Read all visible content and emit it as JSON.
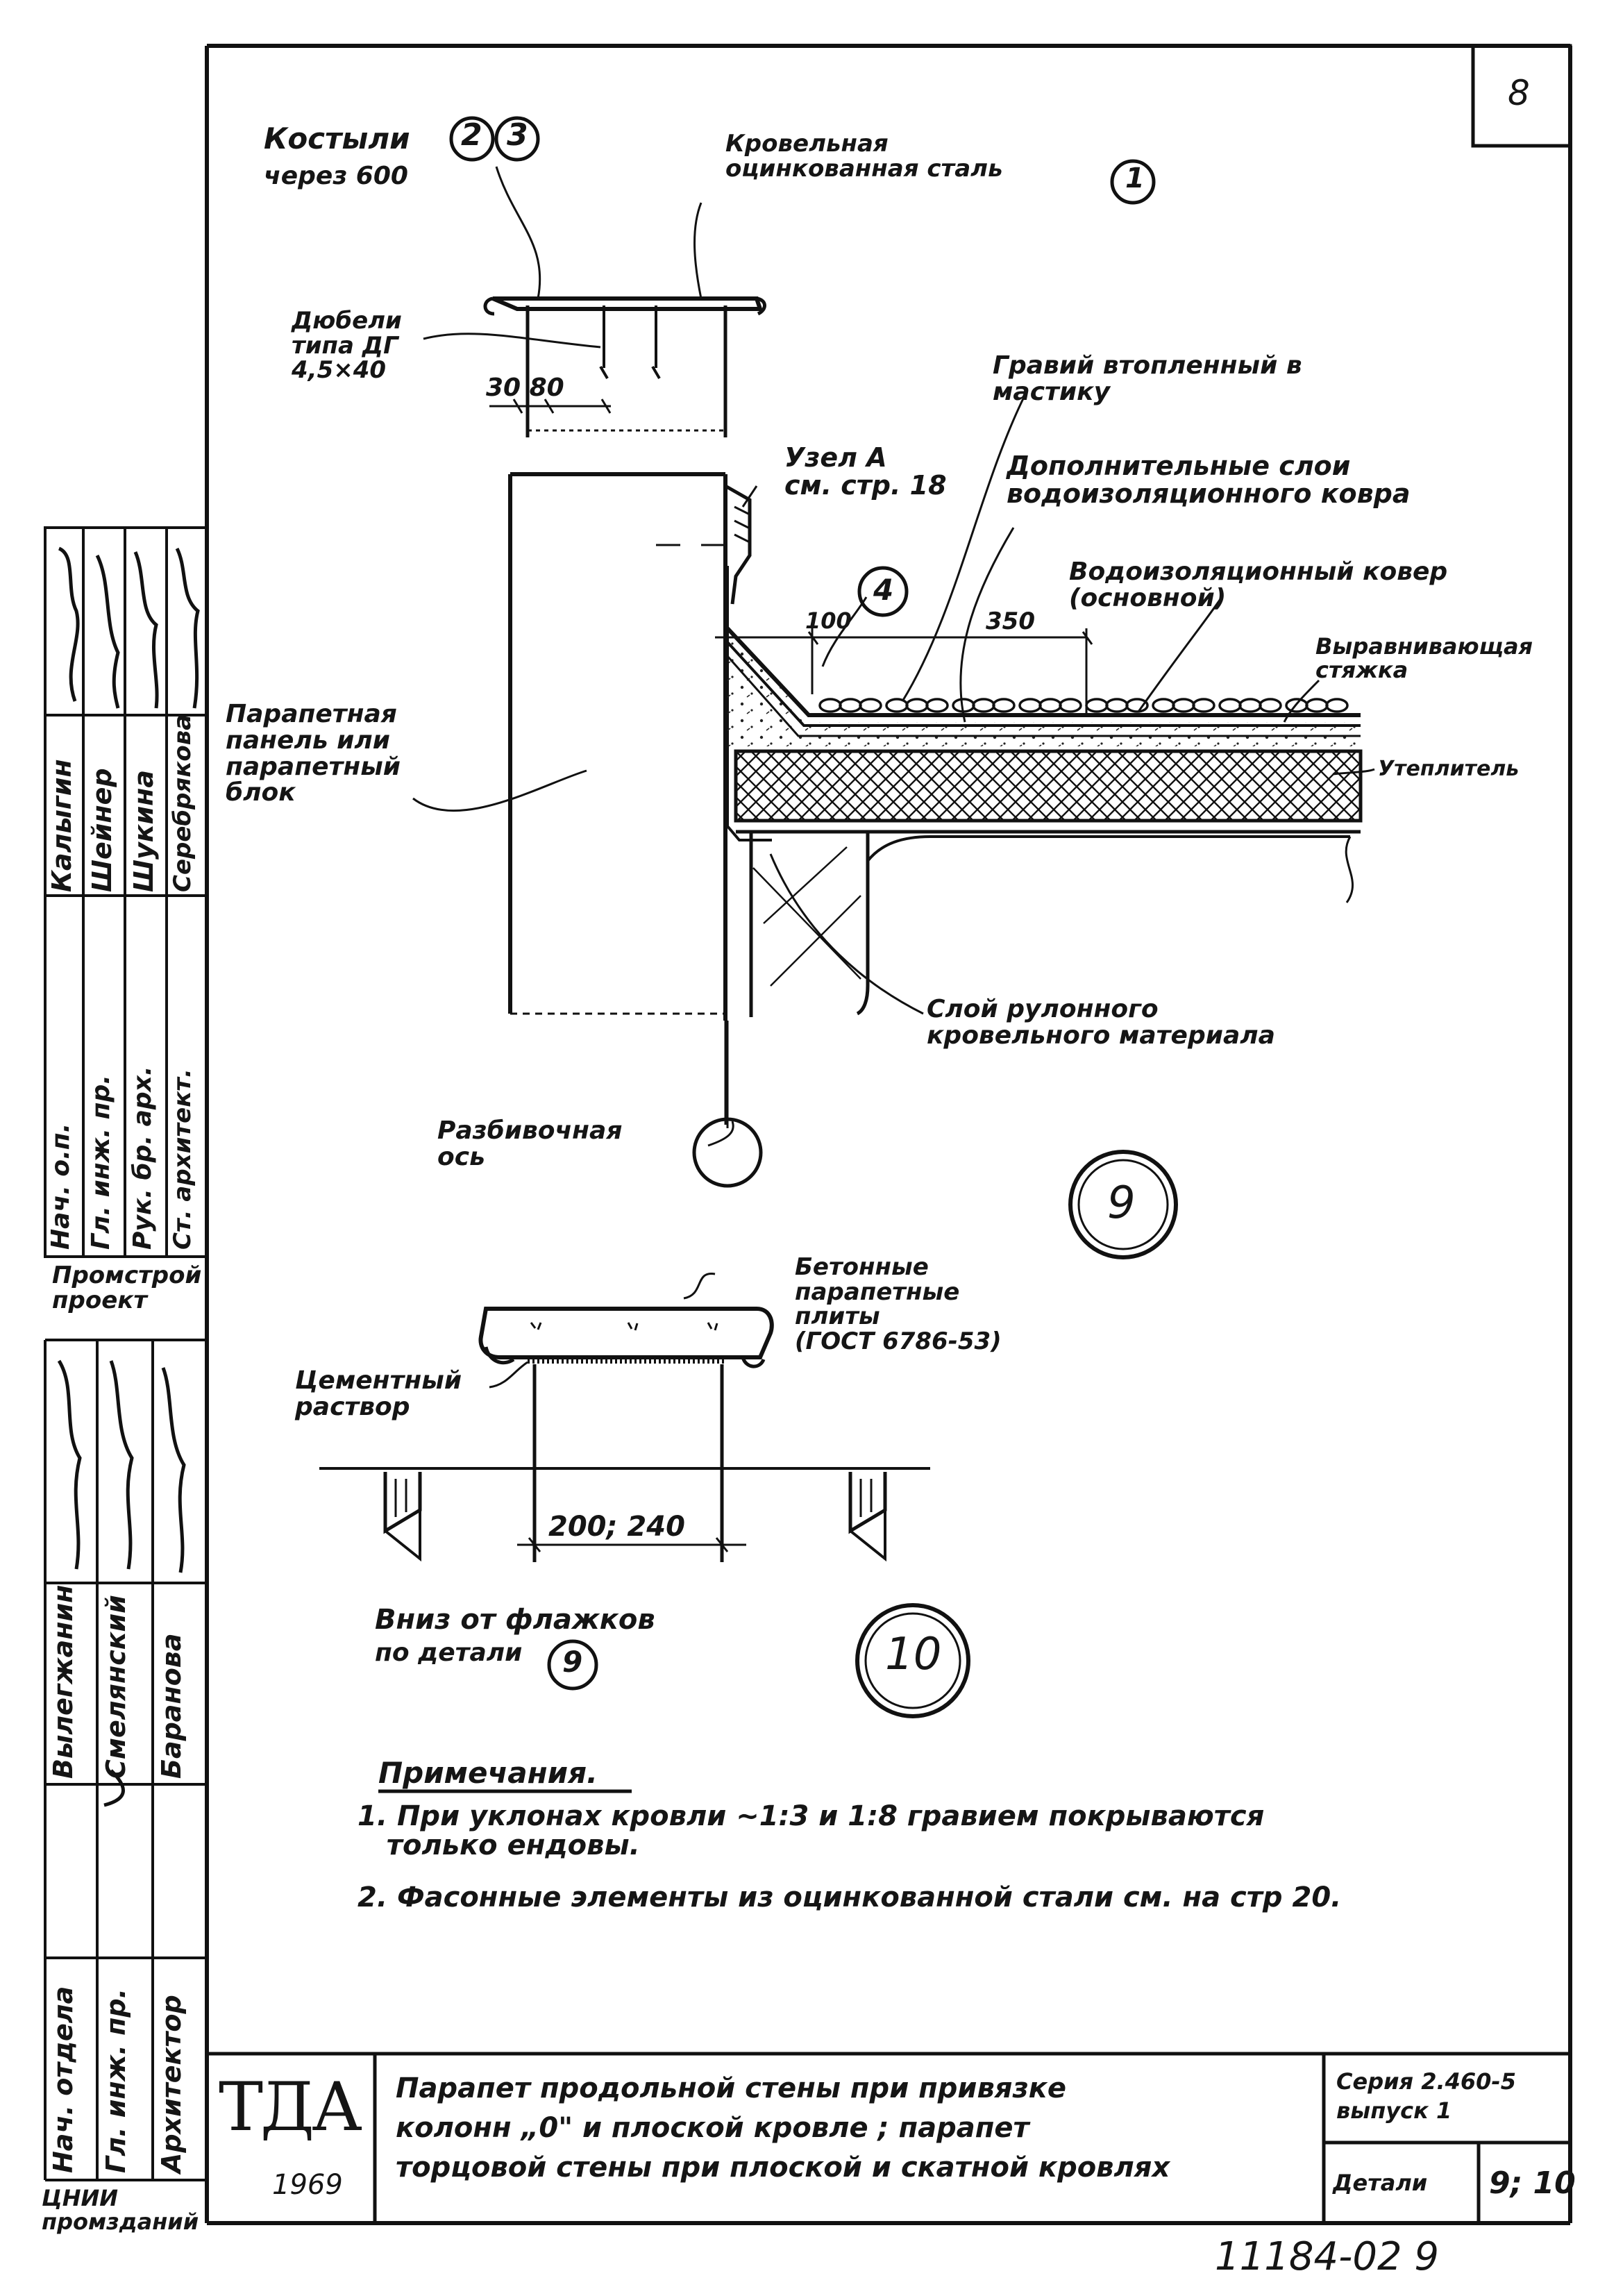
{
  "sheet": {
    "page_no": "8",
    "bottom_stamp": "11184-02   9"
  },
  "detail9": {
    "label_kostyli": "Костыли",
    "kostyli_circles": [
      "2",
      "3"
    ],
    "label_kostyli_step": "через 600",
    "label_roof_steel": "Кровельная\nоцинкованная сталь",
    "roof_steel_circle": "1",
    "label_dowels": "Дюбели\nтипа ДГ\n4,5×40",
    "dim_30_80": "30  80",
    "label_gravel": "Гравий втопленный в\nмастику",
    "label_node": "Узел А\nсм. стр. 18",
    "label_extra_layers": "Дополнительные слои\nводоизоляционного ковра",
    "label_main_carpet": "Водоизоляционный ковер\n(основной)",
    "circle_4": "4",
    "dim_100": "100",
    "dim_350": "350",
    "label_screed": "Выравнивающая\nстяжка",
    "label_insulation": "Утеплитель",
    "label_panel": "Парапетная\nпанель или\nпарапетный\nблок",
    "label_roll_layer": "Слой рулонного\nкровельного материала",
    "label_axis": "Разбивочная\nось",
    "detail_number": "9"
  },
  "detail10": {
    "label_slabs": "Бетонные\nпарапетные\nплиты\n(ГОСТ 6786-53)",
    "label_mortar": "Цементный\nраствор",
    "dim_width": "200; 240",
    "label_down": "Вниз от флажков",
    "label_by_detail": "по детали",
    "ref_circle": "9",
    "detail_number": "10"
  },
  "notes": {
    "heading": "Примечания.",
    "note1": "1. При уклонах кровли ~1:3 и 1:8 гравием покрываются\n   только ендовы.",
    "note2": "2. Фасонные элементы из оцинкованной стали см. на стр 20."
  },
  "title_block": {
    "org_logo": "ТДА",
    "year": "1969",
    "title": "Парапет продольной стены при привязке\nколонн „0\" и плоской кровле ; парапет\nторцовой стены при плоской и скатной кровлях",
    "series": "Серия 2.460-5\nвыпуск 1",
    "details_label": "Детали",
    "details_value": "9; 10"
  },
  "left_stamp_top": {
    "roles": [
      "Нач. о.п.",
      "Гл. инж. пр.",
      "Рук. бр. арх.",
      "Ст. архитект."
    ],
    "names": [
      "Калыгин",
      "Шейнер",
      "Шукина",
      "Серебрякова"
    ],
    "signatures": [
      "Кал",
      "Шейн",
      "Шук",
      "Сер"
    ],
    "org": "Промстрой\nпроект"
  },
  "left_stamp_bottom": {
    "roles": [
      "Нач. отдела",
      "Гл. инж. пр.",
      "Архитектор"
    ],
    "names": [
      "Вылегжанин",
      "Смелянский",
      "Баранова"
    ],
    "signatures": [
      "Выл",
      "Смел",
      "Бар"
    ],
    "org": "ЦНИИ\nпромзданий"
  }
}
